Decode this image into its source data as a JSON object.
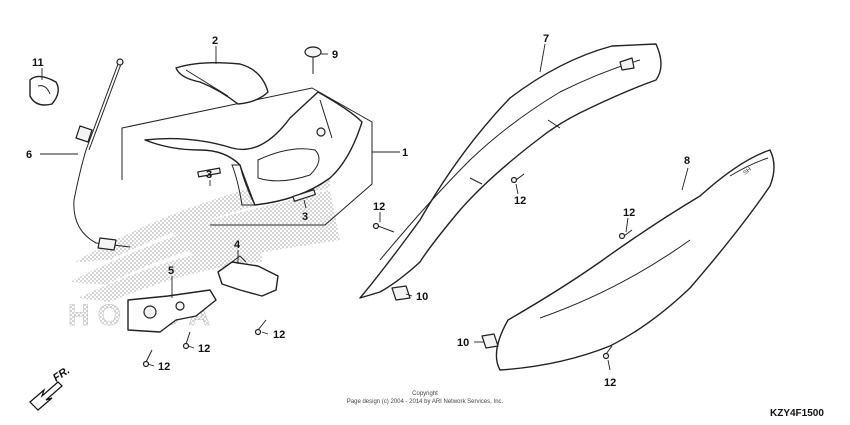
{
  "callouts": {
    "c1": "1",
    "c2": "2",
    "c3a": "3",
    "c3b": "3",
    "c4": "4",
    "c5": "5",
    "c6": "6",
    "c7": "7",
    "c8": "8",
    "c9": "9",
    "c10a": "10",
    "c10b": "10",
    "c11": "11",
    "c12a": "12",
    "c12b": "12",
    "c12c": "12",
    "c12d": "12",
    "c12e": "12",
    "c12f": "12",
    "c12g": "12"
  },
  "watermark": "HONDA",
  "copyright": {
    "line1": "Copyright",
    "line2": "Page design (c) 2004 - 2014 by ARI Network Services, Inc."
  },
  "diagram_code": "KZY4F1500",
  "direction_label": "FR.",
  "icons": {
    "direction_arrow": "arrow-left-down-icon"
  }
}
